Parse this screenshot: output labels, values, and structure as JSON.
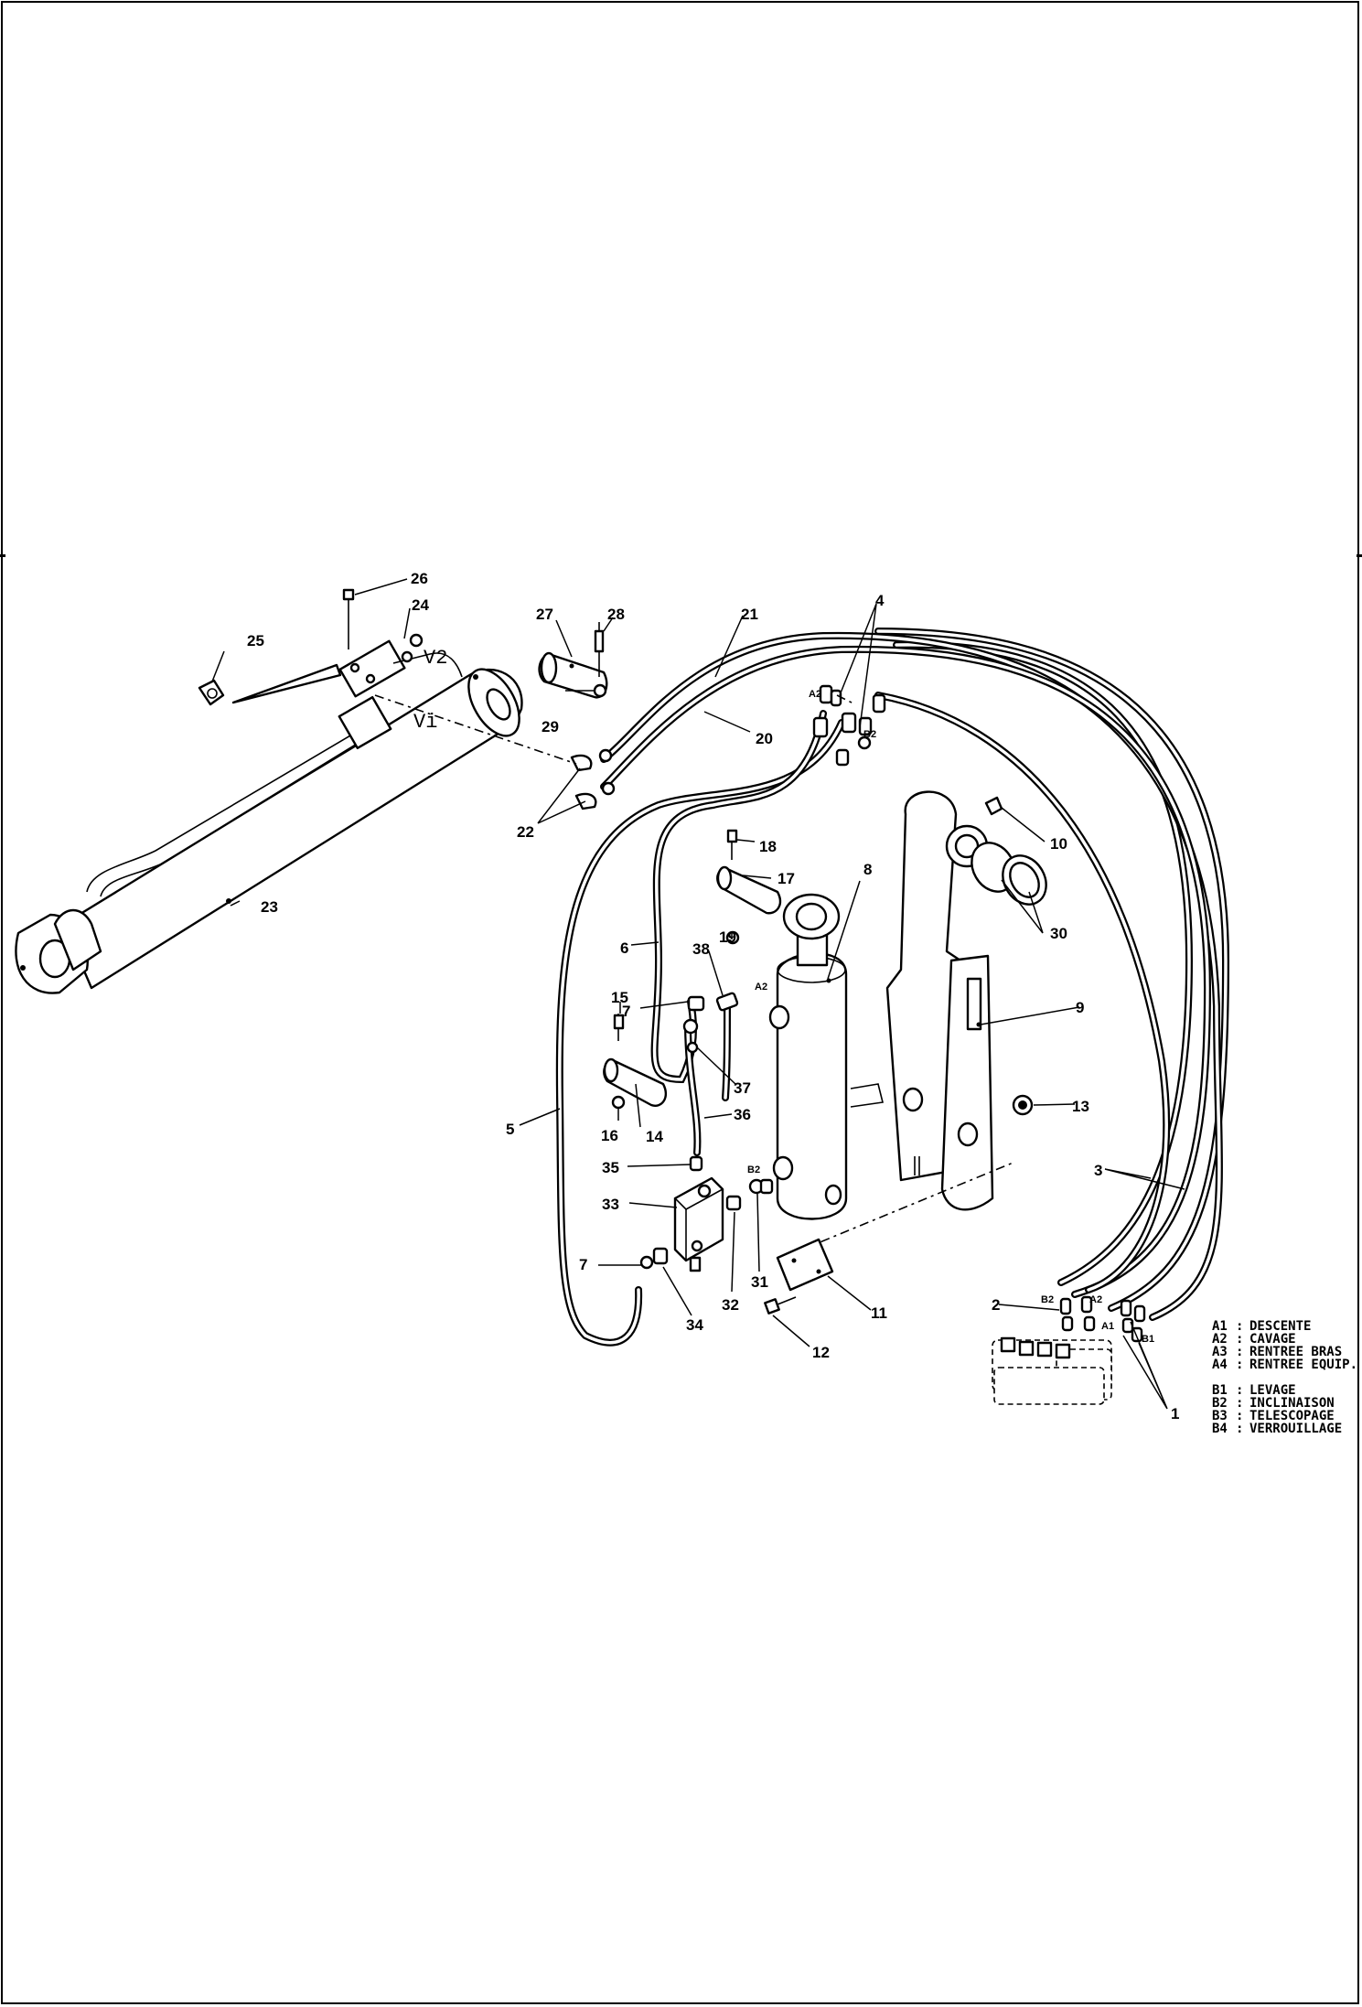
{
  "callouts": {
    "c1": "1",
    "c2": "2",
    "c3": "3",
    "c4": "4",
    "c5": "5",
    "c6": "6",
    "c7a": "7",
    "c7b": "7",
    "c8": "8",
    "c9": "9",
    "c10": "10",
    "c11": "11",
    "c12": "12",
    "c13": "13",
    "c14": "14",
    "c15": "15",
    "c16": "16",
    "c17": "17",
    "c18": "18",
    "c19": "19",
    "c20": "20",
    "c21": "21",
    "c22": "22",
    "c23": "23",
    "c24": "24",
    "c25": "25",
    "c26": "26",
    "c27": "27",
    "c28": "28",
    "c29": "29",
    "c30": "30",
    "c31": "31",
    "c32": "32",
    "c33": "33",
    "c34": "34",
    "c35": "35",
    "c36": "36",
    "c37": "37",
    "c38": "38"
  },
  "port_labels": {
    "a2_top": "A2",
    "b2_top": "B2",
    "a2_mid": "A2",
    "b2_mid": "B2",
    "b2_valve": "B2",
    "a2_valve": "A2",
    "a1_valve": "A1",
    "b1_valve": "B1"
  },
  "valve_labels": {
    "v2": "V2",
    "v1": "Vi"
  },
  "legend": {
    "a": [
      {
        "code": "A1",
        "sep": ":",
        "text": "DESCENTE"
      },
      {
        "code": "A2",
        "sep": ":",
        "text": "CAVAGE"
      },
      {
        "code": "A3",
        "sep": ":",
        "text": "RENTREE BRAS"
      },
      {
        "code": "A4",
        "sep": ":",
        "text": "RENTREE EQUIP."
      }
    ],
    "b": [
      {
        "code": "B1",
        "sep": ":",
        "text": "LEVAGE"
      },
      {
        "code": "B2",
        "sep": ":",
        "text": "INCLINAISON"
      },
      {
        "code": "B3",
        "sep": ":",
        "text": "TELESCOPAGE"
      },
      {
        "code": "B4",
        "sep": ":",
        "text": "VERROUILLAGE"
      }
    ]
  }
}
